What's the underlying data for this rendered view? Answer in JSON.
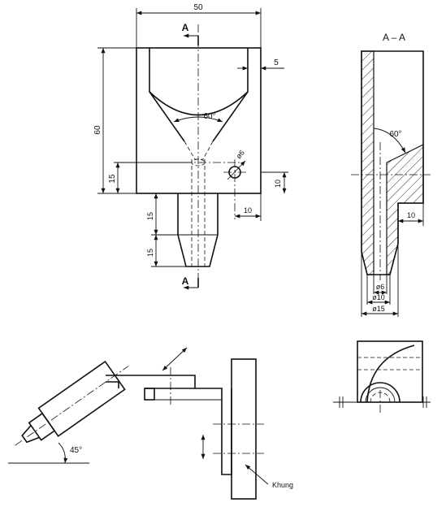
{
  "dimensions": {
    "width_50": "50",
    "wall_5": "5",
    "height_60": "60",
    "angle_60": "60°",
    "hole_d6": "ø6",
    "base_15": "15",
    "slot_10v": "10",
    "slot_10h": "10",
    "neck_15a": "15",
    "neck_15b": "15"
  },
  "section": {
    "marker_top": "A",
    "marker_bottom": "A",
    "title": "A – A",
    "angle_60": "60°",
    "dim_10": "10",
    "d6": "ø6",
    "d10": "ø10",
    "d15": "ø15"
  },
  "assembly": {
    "angle_45": "45°",
    "frame_label": "Khung"
  }
}
